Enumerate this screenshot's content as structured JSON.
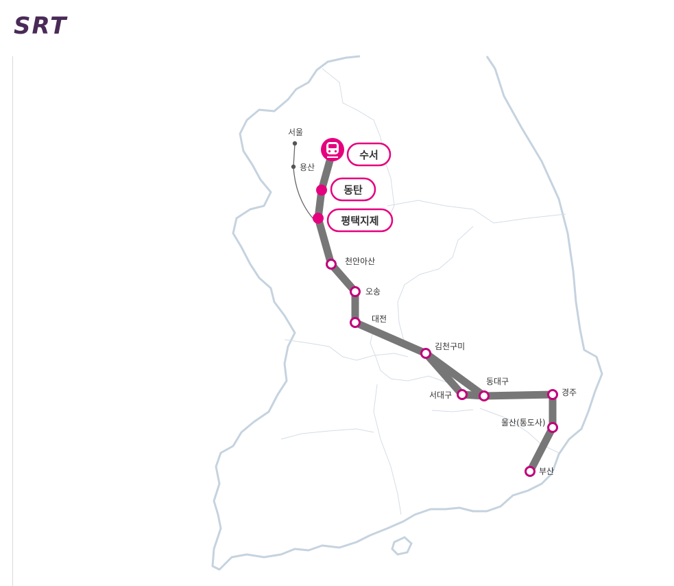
{
  "brand": {
    "logo_text": "SRT",
    "logo_color": "#4a2a57"
  },
  "map": {
    "colors": {
      "outline": "#c5d3df",
      "route": "#777777",
      "station_accent": "#c0007a",
      "highlight": "#e5007e",
      "pill_border": "#e5007e",
      "branch_line": "#666666"
    },
    "branch_stations": [
      {
        "id": "seoul",
        "name": "서울"
      },
      {
        "id": "yongsan",
        "name": "용산"
      }
    ],
    "featured_stations": [
      {
        "id": "suseo",
        "name": "수서"
      },
      {
        "id": "dongtan",
        "name": "동탄"
      },
      {
        "id": "pyeongtaek",
        "name": "평택지제"
      }
    ],
    "stations": [
      {
        "id": "cheonan",
        "name": "천안아산"
      },
      {
        "id": "osong",
        "name": "오송"
      },
      {
        "id": "daejeon",
        "name": "대전"
      },
      {
        "id": "gimcheon",
        "name": "김천구미"
      },
      {
        "id": "seodaegu",
        "name": "서대구"
      },
      {
        "id": "dongdaegu",
        "name": "동대구"
      },
      {
        "id": "gyeongju",
        "name": "경주"
      },
      {
        "id": "ulsan",
        "name": "울산(통도사)"
      },
      {
        "id": "busan",
        "name": "부산"
      }
    ]
  }
}
